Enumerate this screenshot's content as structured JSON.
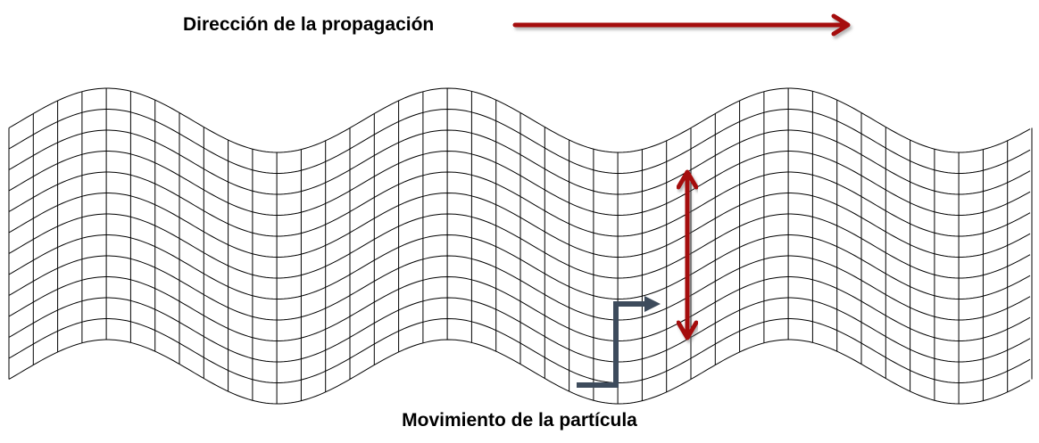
{
  "labels": {
    "propagation": "Dirección de la propagación",
    "particle_motion": "Movimiento de la partícula"
  },
  "colors": {
    "arrow": "#a50d0d",
    "arrow_shadow": "#9a9a9a",
    "grid": "#000000",
    "pointer": "#3d4b5c"
  },
  "wave": {
    "rows": 12,
    "columns": 42,
    "crests": 3
  },
  "icons": {
    "propagation_arrow": "arrow-right-icon",
    "particle_arrow": "double-arrow-vertical-icon",
    "pointer": "elbow-arrow-icon"
  }
}
